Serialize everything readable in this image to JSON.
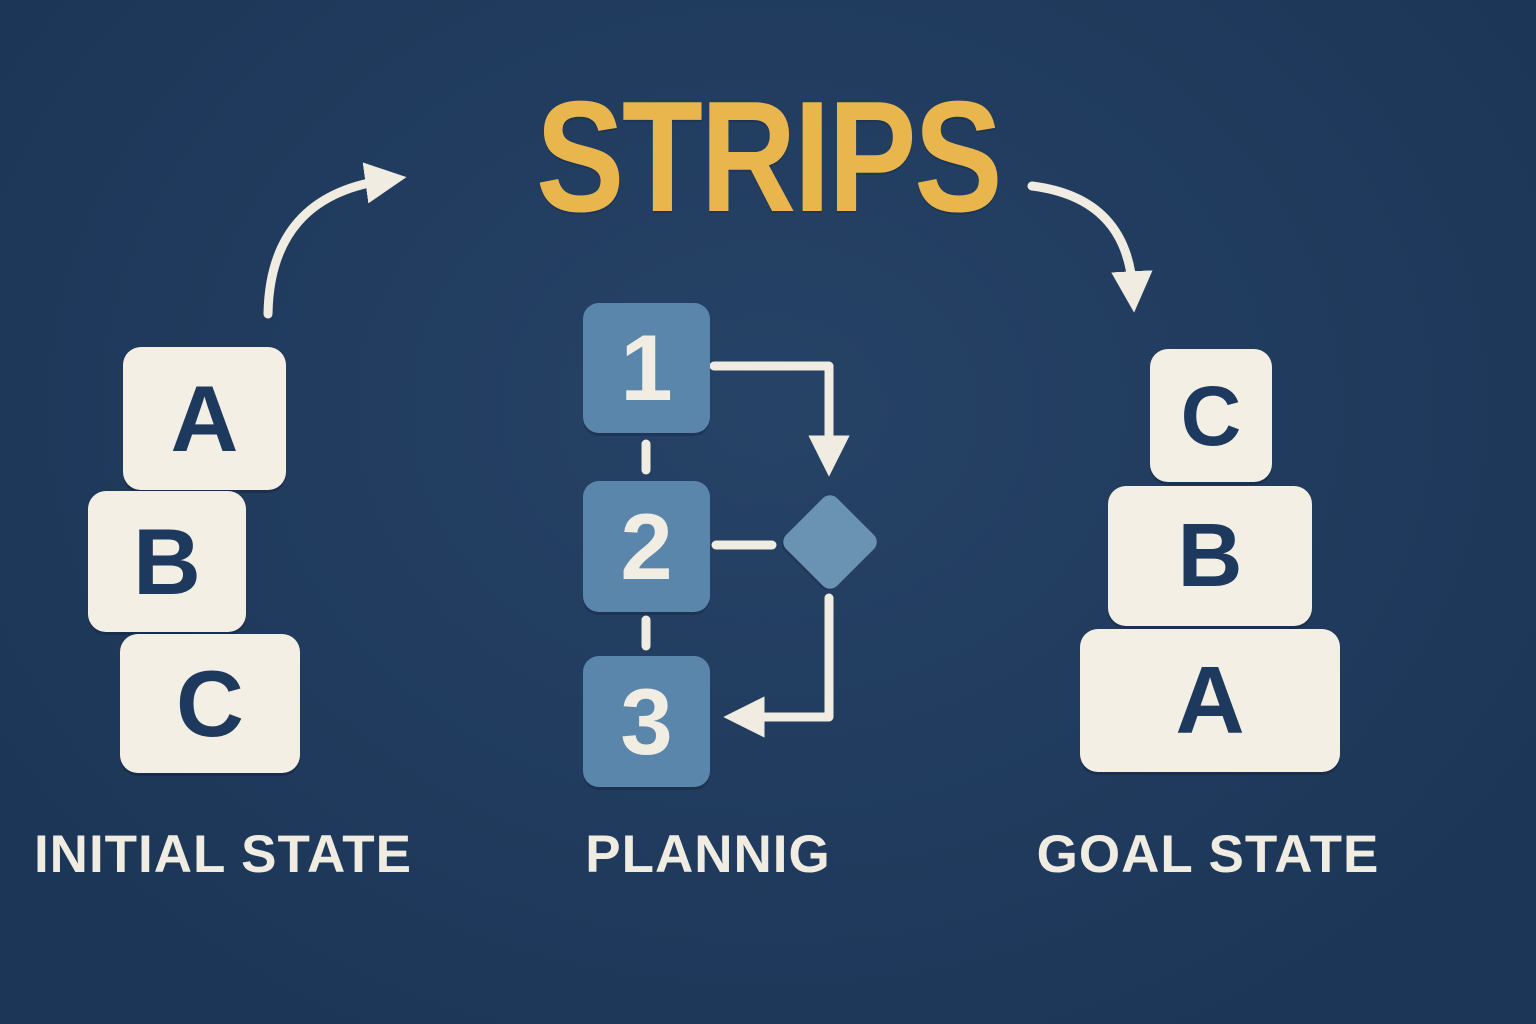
{
  "title": "STRIPS",
  "sections": {
    "initial_state": {
      "label": "INITIAL STATE",
      "blocks": [
        "A",
        "B",
        "C"
      ]
    },
    "planning": {
      "label": "PLANNIG",
      "steps": [
        "1",
        "2",
        "3"
      ]
    },
    "goal_state": {
      "label": "GOAL STATE",
      "blocks": [
        "C",
        "B",
        "A"
      ]
    }
  },
  "icons": {
    "arrow_initial_to_title": "curved-arrow-up-right",
    "arrow_title_to_goal": "curved-arrow-down-right",
    "decision": "diamond",
    "flow_connectors": "elbow-arrows"
  },
  "colors": {
    "background": "#1f3c61",
    "title": "#e9b64e",
    "block_fill": "#f4efe5",
    "block_text": "#1d3a5e",
    "flow_box_fill": "#5b86ab",
    "flow_number": "#f2ede2",
    "diamond_fill": "#6a92b2",
    "label_text": "#f0ece2",
    "arrow": "#f0ece2"
  }
}
